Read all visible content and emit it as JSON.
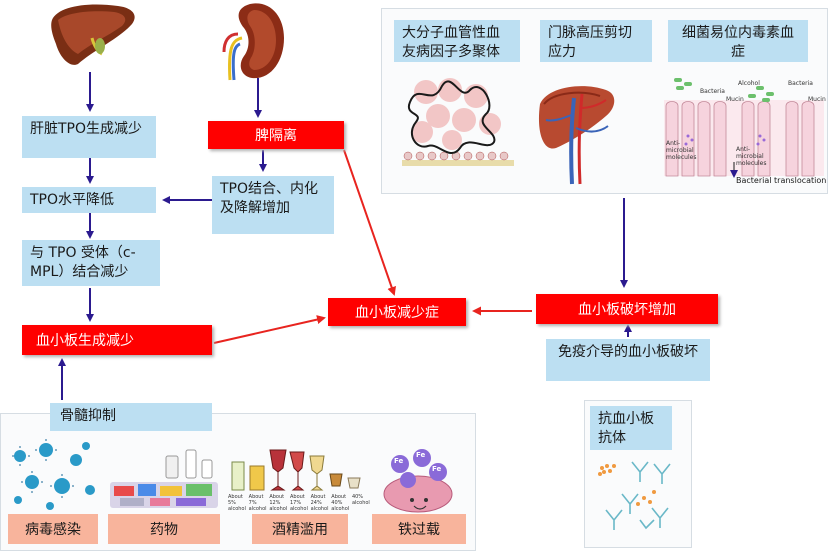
{
  "nodes": {
    "liver_tpo": "肝脏TPO生成减少",
    "spleen": "脾隔离",
    "tpo_low": "TPO水平降低",
    "tpo_binding": "TPO结合、内化及降解增加",
    "receptor": "与 TPO 受体（c-MPL）结合减少",
    "production_low": "血小板生成减少",
    "thrombocytopenia": "血小板减少症",
    "destruction": "血小板破坏增加",
    "immune": "免疫介导的血小板破坏",
    "anti_platelet": "抗血小板抗体",
    "marrow": "骨髓抑制",
    "vwf": "大分子血管性血友病因子多聚体",
    "portal": "门脉高压剪切应力",
    "bacteria": "细菌易位内毒素血症"
  },
  "causes": [
    "病毒感染",
    "药物",
    "酒精滥用",
    "铁过载"
  ],
  "gut_labels": {
    "alcohol": "Alcohol",
    "bacteria_left": "Bacteria",
    "bacteria_right": "Bacteria",
    "mucin_left": "Mucin",
    "mucin_right": "Mucin",
    "anti_left": "Anti-microbial molecules",
    "anti_right": "Anti-microbial molecules",
    "translocation": "Bacterial translocation"
  },
  "alcohol_glasses": [
    "About 5% alcohol",
    "About 7% alcohol",
    "About 12% alcohol",
    "About 17% alcohol",
    "About 24% alcohol",
    "About 40% alcohol",
    "40% alcohol"
  ],
  "iron_label": "Fe",
  "colors": {
    "arrow_dark": "#2b1a8f",
    "arrow_red": "#e8241f",
    "box_red": "#ff0000",
    "box_blue": "#bcdff2",
    "box_salmon": "#f8b49c"
  }
}
